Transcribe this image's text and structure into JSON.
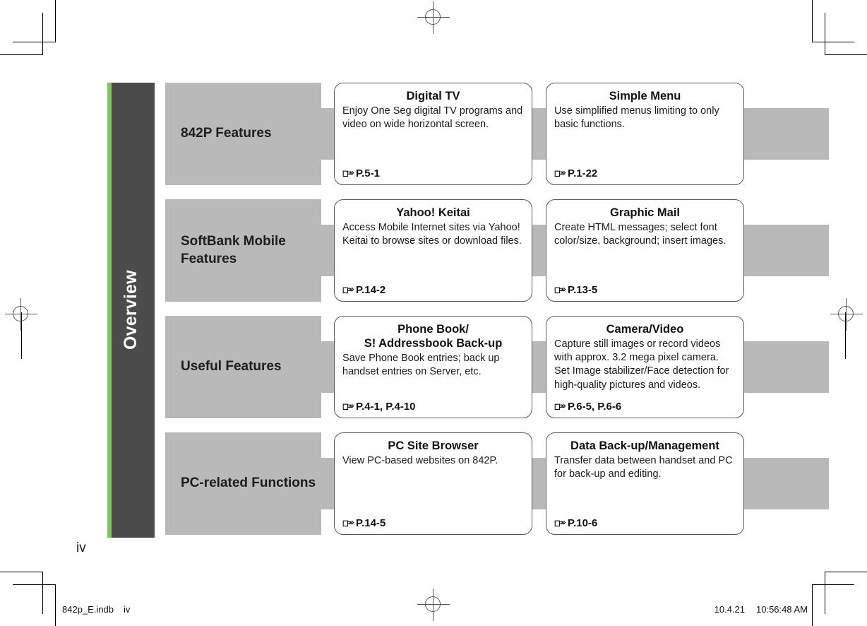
{
  "sidebar": {
    "label": "Overview",
    "accent_color": "#7ac85a",
    "background_color": "#4b4b4b"
  },
  "page": {
    "folio": "iv",
    "grey_color": "#b9b9b9",
    "card_border_color": "#58585a"
  },
  "rows": [
    {
      "category": "842P Features",
      "cards": [
        {
          "title": "Digital TV",
          "description": "Enjoy One Seg digital TV programs and video on wide horizontal screen.",
          "reference": "P.5-1",
          "icon": "pointing-hand-icon"
        },
        {
          "title": "Simple Menu",
          "description": "Use simplified menus limiting to only basic functions.",
          "reference": "P.1-22",
          "icon": "pointing-hand-icon"
        }
      ]
    },
    {
      "category": "SoftBank Mobile Features",
      "cards": [
        {
          "title": "Yahoo! Keitai",
          "description": "Access Mobile Internet sites via Yahoo! Keitai to browse sites or download files.",
          "reference": "P.14-2",
          "icon": "pointing-hand-icon"
        },
        {
          "title": "Graphic Mail",
          "description": "Create HTML messages; select font color/size, background; insert images.",
          "reference": "P.13-5",
          "icon": "pointing-hand-icon"
        }
      ]
    },
    {
      "category": "Useful Features",
      "cards": [
        {
          "title": "Phone Book/\nS! Addressbook Back-up",
          "description": "Save Phone Book entries; back up handset entries on Server, etc.",
          "reference": "P.4-1, P.4-10",
          "icon": "pointing-hand-icon"
        },
        {
          "title": "Camera/Video",
          "description": "Capture still images or record videos with approx. 3.2 mega pixel camera. Set Image stabilizer/Face detection for high-quality pictures and videos.",
          "reference": "P.6-5, P.6-6",
          "icon": "pointing-hand-icon"
        }
      ]
    },
    {
      "category": "PC-related Functions",
      "cards": [
        {
          "title": "PC Site Browser",
          "description": "View PC-based websites on 842P.",
          "reference": "P.14-5",
          "icon": "pointing-hand-icon"
        },
        {
          "title": "Data Back-up/Management",
          "description": "Transfer data between handset and PC for back-up and editing.",
          "reference": "P.10-6",
          "icon": "pointing-hand-icon"
        }
      ]
    }
  ],
  "footer": {
    "file_name": "842p_E.indb",
    "page_label": "iv",
    "date": "10.4.21",
    "time": "10:56:48 AM"
  }
}
